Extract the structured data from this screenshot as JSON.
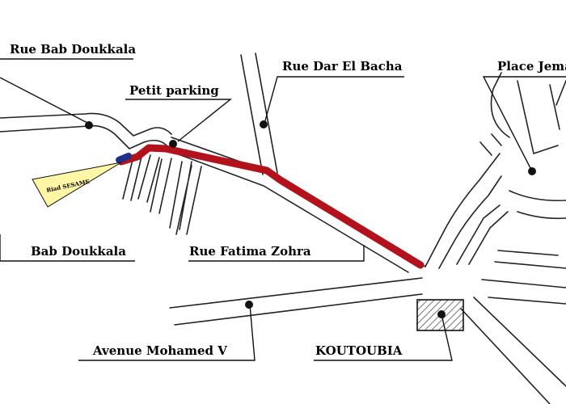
{
  "map": {
    "labels": {
      "rue_bab_doukkala": "Rue Bab Doukkala",
      "petit_parking": "Petit parking",
      "rue_dar_el_bacha": "Rue Dar El Bacha",
      "place_jemaa": "Place Jema",
      "bab_doukkala": "Bab Doukkala",
      "rue_fatima_zohra": "Rue Fatima Zohra",
      "avenue_mohamed_v": "Avenue Mohamed V",
      "koutoubia": "KOUTOUBIA",
      "riad_sesame": "Riad SESAME"
    },
    "colors": {
      "route": "#b3121c",
      "route_start": "#1c2f8c",
      "beam": "#fff7a6",
      "streets": "#222222"
    }
  }
}
